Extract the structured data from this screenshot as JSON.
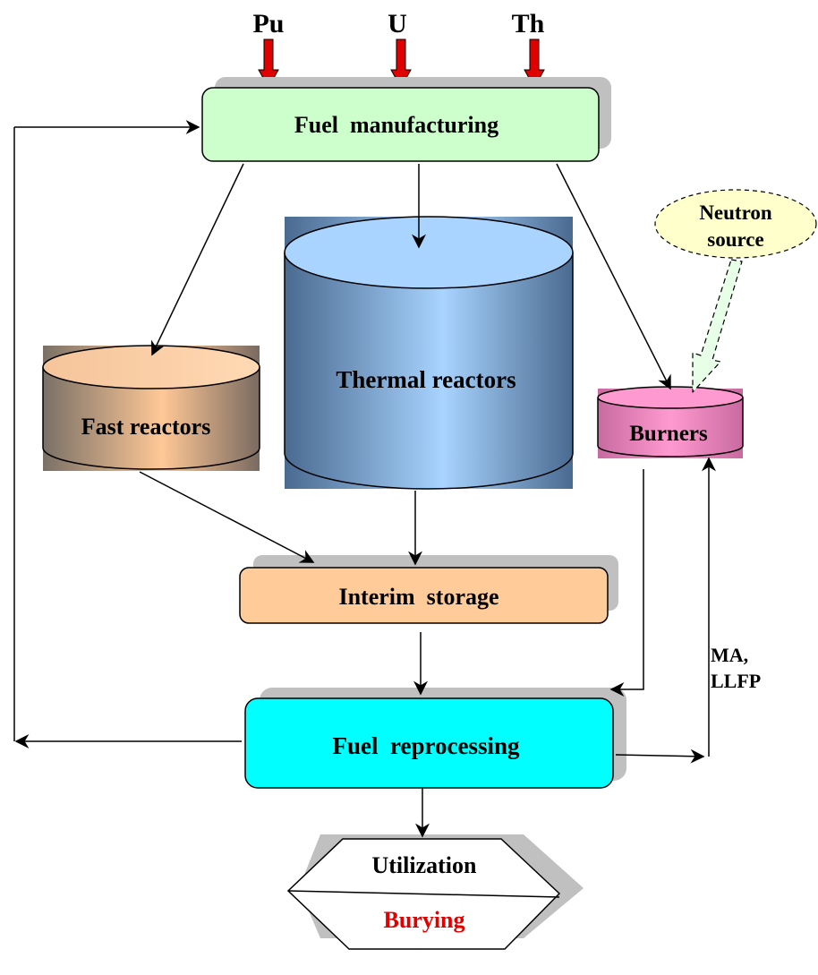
{
  "inputs": {
    "pu": "Pu",
    "u": "U",
    "th": "Th"
  },
  "nodes": {
    "fuel_manufacturing": "Fuel  manufacturing",
    "thermal_reactors": "Thermal reactors",
    "fast_reactors": "Fast reactors",
    "burners": "Burners",
    "neutron_source_line1": "Neutron",
    "neutron_source_line2": "source",
    "interim_storage": "Interim  storage",
    "fuel_reprocessing": "Fuel  reprocessing",
    "utilization": "Utilization",
    "burying": "Burying"
  },
  "labels": {
    "ma": "MA,",
    "llfp": "LLFP"
  },
  "colors": {
    "input_arrow": "#e00000",
    "fuel_manufacturing": "#ccffcc",
    "interim_storage": "#ffcc99",
    "fuel_reprocessing": "#00ffff",
    "burners": "#e08ab8",
    "neutron_source": "#ffffcc",
    "burying_text": "#e00000",
    "shadow": "#c0c0c0"
  }
}
